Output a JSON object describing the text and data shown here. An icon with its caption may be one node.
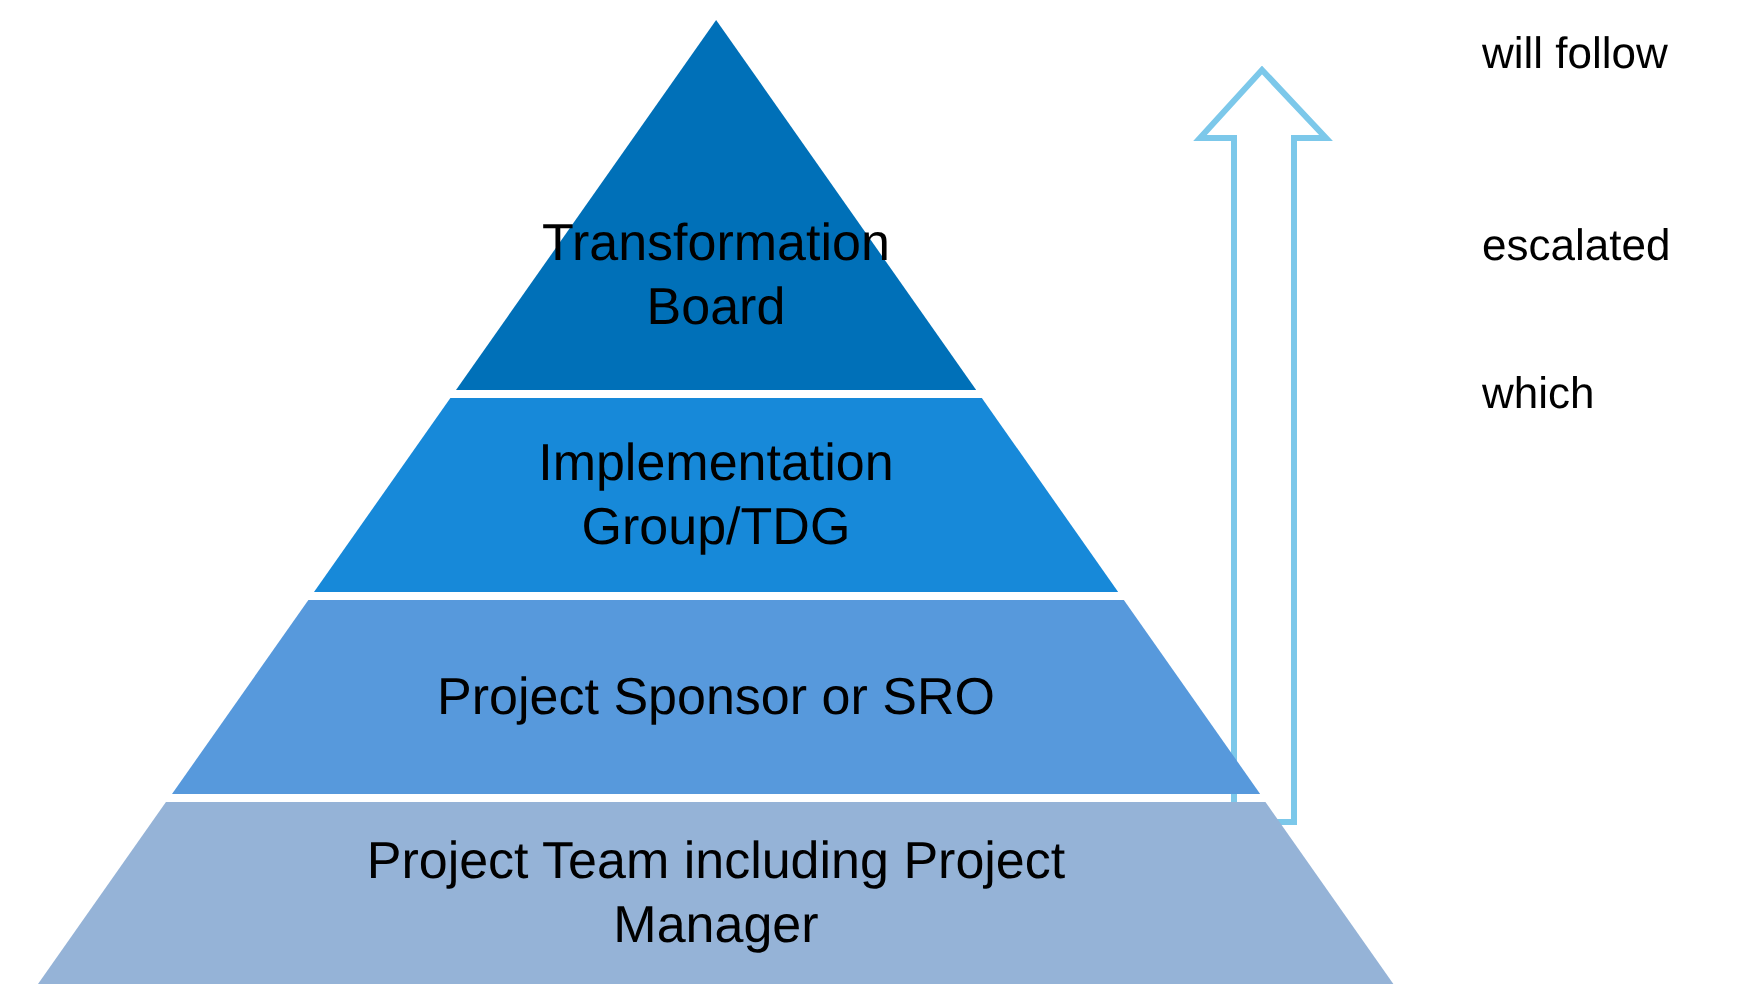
{
  "diagram": {
    "nodes": [
      {
        "text": [
          "Transformation Board"
        ]
      },
      {
        "text": [
          "Implementation Group/TDG"
        ]
      },
      {
        "text": [
          "Project Sponsor or SRO"
        ]
      },
      {
        "text": [
          "Project Team including Project Manager"
        ]
      }
    ],
    "labels": [
      "will follow",
      "escalated",
      "which"
    ]
  }
}
